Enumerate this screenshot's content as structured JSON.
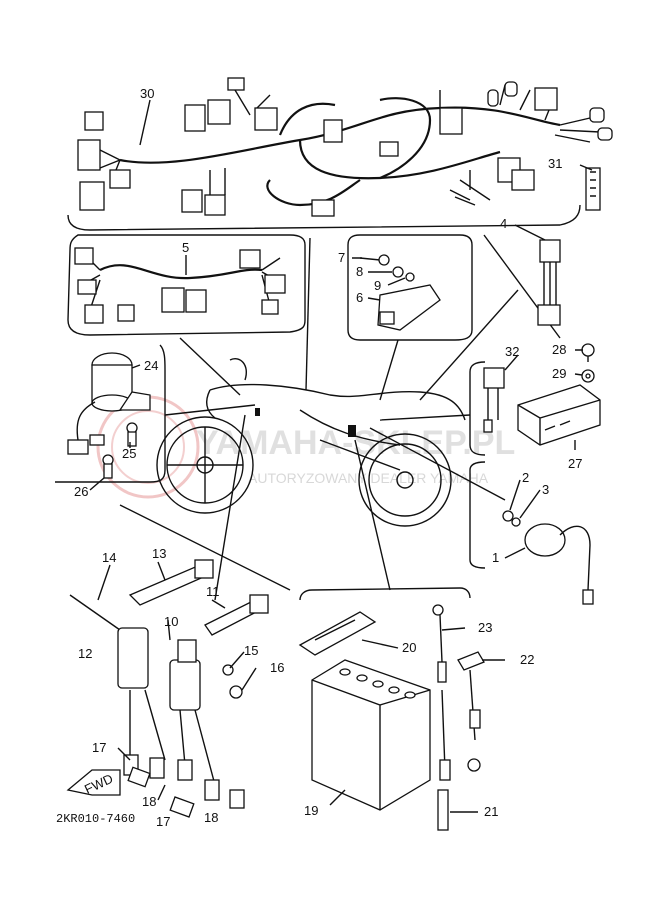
{
  "diagram": {
    "drawing_code": "2KR010-7460",
    "fwd_label": "FWD",
    "watermark": {
      "brand": "YAMAHA-SKLEP.PL",
      "subtitle": "AUTORYZOWANY DEALER YAMAHA",
      "color": "#c8c8c8",
      "seal_color": "#e8a0a0"
    },
    "callouts": [
      {
        "id": "c30",
        "label": "30"
      },
      {
        "id": "c31",
        "label": "31"
      },
      {
        "id": "c5",
        "label": "5"
      },
      {
        "id": "c7",
        "label": "7"
      },
      {
        "id": "c8",
        "label": "8"
      },
      {
        "id": "c9",
        "label": "9"
      },
      {
        "id": "c6",
        "label": "6"
      },
      {
        "id": "c4",
        "label": "4"
      },
      {
        "id": "c24",
        "label": "24"
      },
      {
        "id": "c25",
        "label": "25"
      },
      {
        "id": "c26",
        "label": "26"
      },
      {
        "id": "c32",
        "label": "32"
      },
      {
        "id": "c28",
        "label": "28"
      },
      {
        "id": "c29",
        "label": "29"
      },
      {
        "id": "c27",
        "label": "27"
      },
      {
        "id": "c2",
        "label": "2"
      },
      {
        "id": "c3",
        "label": "3"
      },
      {
        "id": "c1",
        "label": "1"
      },
      {
        "id": "c14",
        "label": "14"
      },
      {
        "id": "c13",
        "label": "13"
      },
      {
        "id": "c11",
        "label": "11"
      },
      {
        "id": "c10",
        "label": "10"
      },
      {
        "id": "c12",
        "label": "12"
      },
      {
        "id": "c15",
        "label": "15"
      },
      {
        "id": "c16",
        "label": "16"
      },
      {
        "id": "c17a",
        "label": "17"
      },
      {
        "id": "c18a",
        "label": "18"
      },
      {
        "id": "c17b",
        "label": "17"
      },
      {
        "id": "c18b",
        "label": "18"
      },
      {
        "id": "c23",
        "label": "23"
      },
      {
        "id": "c20",
        "label": "20"
      },
      {
        "id": "c22",
        "label": "22"
      },
      {
        "id": "c19",
        "label": "19"
      },
      {
        "id": "c21",
        "label": "21"
      }
    ]
  }
}
